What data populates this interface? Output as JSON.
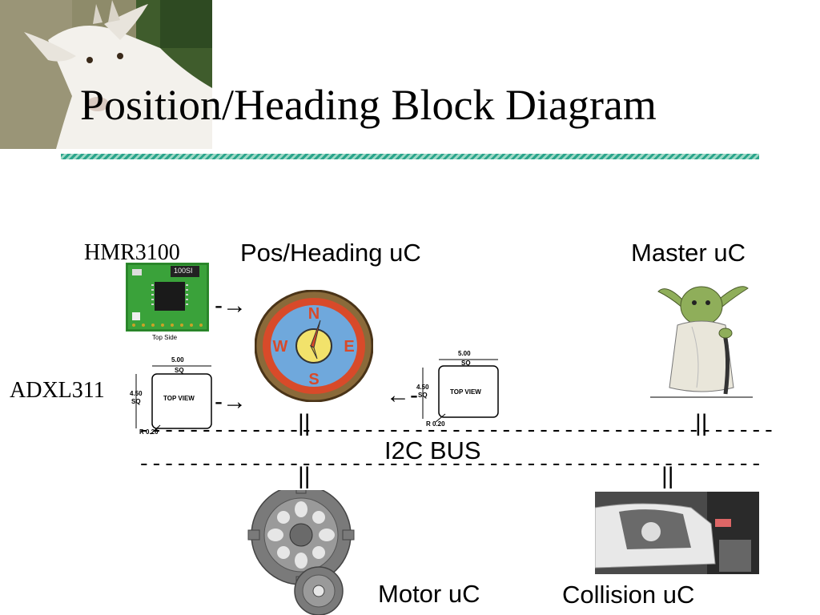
{
  "title": "Position/Heading Block Diagram",
  "labels": {
    "hmr": "HMR3100",
    "pos_heading": "Pos/Heading uC",
    "master": "Master uC",
    "adxl": "ADXL311",
    "i2c": "I2C BUS",
    "motor": "Motor uC",
    "collision": "Collision uC"
  },
  "chip": {
    "top_side": "Top Side",
    "marking": "100SI"
  },
  "package": {
    "width": "5.00",
    "height": "4.50",
    "sq": "SQ",
    "view": "TOP VIEW",
    "radius": "R 0.20"
  },
  "compass": {
    "n": "N",
    "s": "S",
    "e": "E",
    "w": "W"
  },
  "arrows": {
    "right": "-→",
    "left": "←-"
  },
  "bus": {
    "line1": "---------------------------------------------------",
    "line2": "--------------------------------------------------",
    "marker": "||"
  },
  "colors": {
    "rule": "#2aa58c",
    "compass_ring": "#d84a2a",
    "compass_face": "#6fa8dc",
    "compass_center": "#f2e26b",
    "gear": "#7a7a7a"
  }
}
